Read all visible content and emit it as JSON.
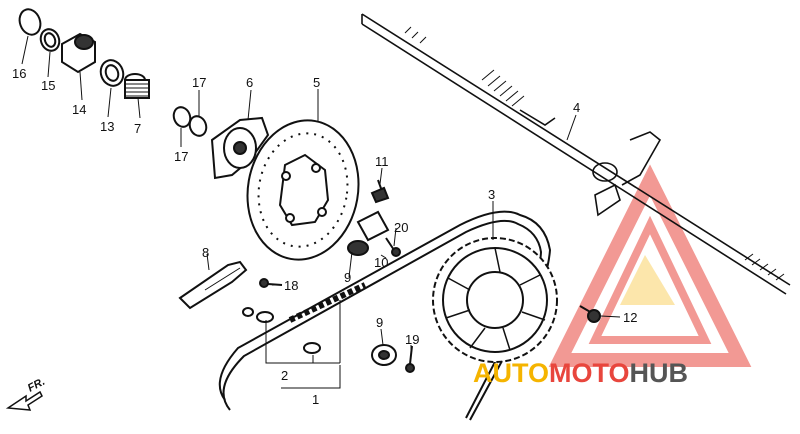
{
  "callouts": [
    {
      "id": "16",
      "text": "16"
    },
    {
      "id": "15",
      "text": "15"
    },
    {
      "id": "14",
      "text": "14"
    },
    {
      "id": "13",
      "text": "13"
    },
    {
      "id": "7",
      "text": "7"
    },
    {
      "id": "17a",
      "text": "17"
    },
    {
      "id": "17b",
      "text": "17"
    },
    {
      "id": "6",
      "text": "6"
    },
    {
      "id": "5",
      "text": "5"
    },
    {
      "id": "11",
      "text": "11"
    },
    {
      "id": "4",
      "text": "4"
    },
    {
      "id": "3",
      "text": "3"
    },
    {
      "id": "20",
      "text": "20"
    },
    {
      "id": "10",
      "text": "10"
    },
    {
      "id": "9a",
      "text": "9"
    },
    {
      "id": "8",
      "text": "8"
    },
    {
      "id": "18",
      "text": "18"
    },
    {
      "id": "12",
      "text": "12"
    },
    {
      "id": "9b",
      "text": "9"
    },
    {
      "id": "19",
      "text": "19"
    },
    {
      "id": "2",
      "text": "2"
    },
    {
      "id": "1",
      "text": "1"
    }
  ],
  "direction_label": "FR.",
  "watermark": {
    "part1": "AUTO",
    "part2": "MOTO",
    "part3": "HUB",
    "colors": {
      "accent": "#f5b400",
      "main": "#e8463d",
      "dark": "#555555"
    }
  },
  "icons": [
    "front-direction-arrow-icon",
    "automotohub-logo-icon"
  ]
}
